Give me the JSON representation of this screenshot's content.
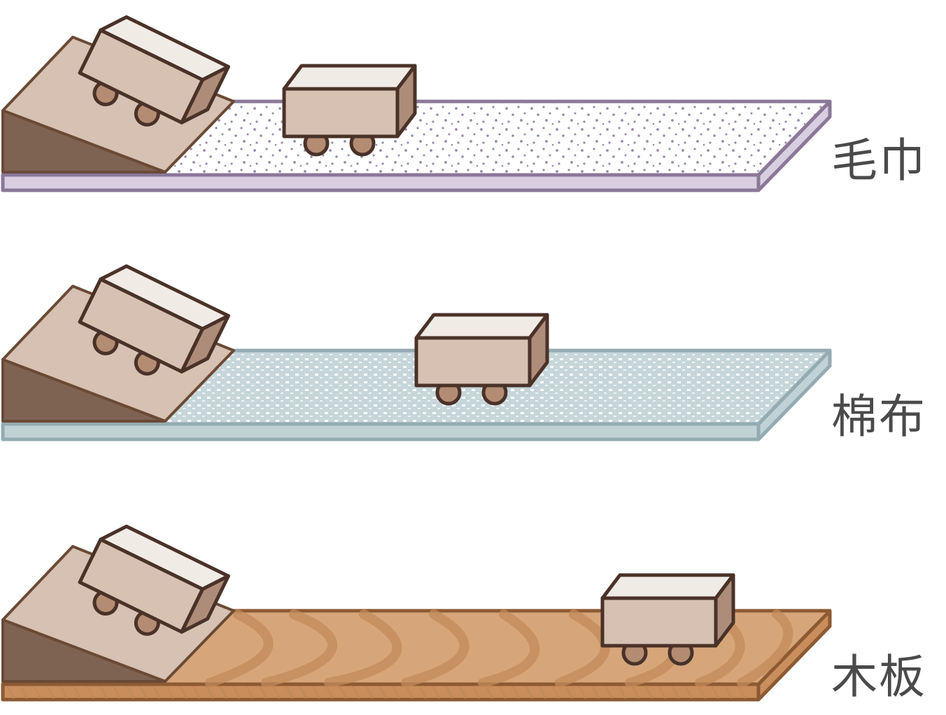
{
  "experiment": {
    "surfaces": [
      {
        "label": "毛巾",
        "car_progress": 0.18,
        "texture": "towel"
      },
      {
        "label": "棉布",
        "car_progress": 0.45,
        "texture": "cotton"
      },
      {
        "label": "木板",
        "car_progress": 0.83,
        "texture": "wood"
      }
    ]
  },
  "colors": {
    "outline": "#4a3228",
    "ramp_top": "#d6c1b2",
    "ramp_side": "#7e6353",
    "ramp_edge": "#6a4a35",
    "car_front": "#d6c1b2",
    "car_top": "#f1ebe6",
    "car_side": "#ad8d79",
    "wheel": "#b38c73",
    "towel_surface": "#ffffff",
    "towel_border": "#8a7898",
    "towel_dots": "#9a8aa8",
    "towel_strip": "#d7cfe0",
    "cotton_surface": "#c6d6da",
    "cotton_border": "#94abb1",
    "cotton_strip": "#c0d2d6",
    "wood_surface": "#d6a67a",
    "wood_border": "#8c5a32",
    "wood_grain": "#c28a5a",
    "wood_strip": "#c98e5c",
    "label_text": "#4a4a4a"
  }
}
